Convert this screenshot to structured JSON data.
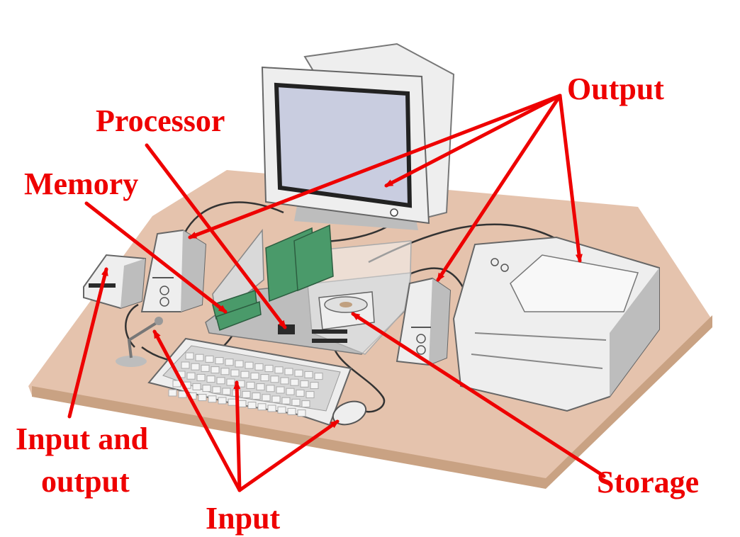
{
  "labels": {
    "output": "Output",
    "processor": "Processor",
    "memory": "Memory",
    "input_and_output_line1": "Input and",
    "input_and_output_line2": "output",
    "storage": "Storage",
    "input": "Input"
  },
  "colors": {
    "label": "#ee0000",
    "arrow": "#ee0000",
    "desk_top": "#e5c3ad",
    "desk_edge": "#c9a283",
    "device_body": "#eeeeee",
    "device_shadow": "#bdbdbd",
    "screen": "#c9cde0",
    "circuit_board": "#4a9a6a",
    "chip": "#2a2a2a",
    "cable": "#333333"
  }
}
